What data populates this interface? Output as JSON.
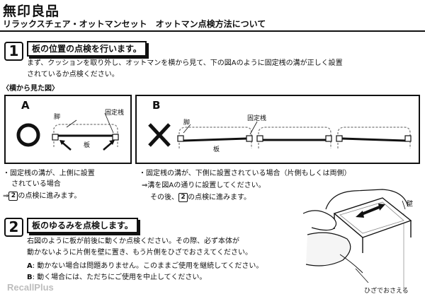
{
  "header": {
    "brand": "無印良品",
    "subtitle": "リラックスチェア・オットマンセット　オットマン点検方法について"
  },
  "step1": {
    "number": "1",
    "title": "板の位置の点検を行います。",
    "desc_line1": "まず、クッションを取り外し、オットマンを横から見て、下の図Aのように固定桟の溝が正しく設置",
    "desc_line2": "されているか点検ください。",
    "view_caption": "〈横から見た図〉",
    "panel_a": {
      "letter": "A",
      "label_leg": "脚",
      "label_rail": "固定桟",
      "label_board": "板"
    },
    "panel_b": {
      "letter": "B",
      "label_leg": "脚",
      "label_rail": "固定桟",
      "label_board": "板"
    },
    "note_a_line1": "・固定桟の溝が、上側に設置",
    "note_a_line2": "されている場合",
    "note_a_line3_prefix": "⇒",
    "note_a_line3_num": "2",
    "note_a_line3_suffix": "の点検に進みます。",
    "note_b_line1": "・固定桟の溝が、下側に設置されている場合（片側もしくは両側）",
    "note_b_line2": "⇒溝を図Aの通りに設置してください。",
    "note_b_line3_prefix": "その後、",
    "note_b_line3_num": "2",
    "note_b_line3_suffix": "の点検に進みます。"
  },
  "step2": {
    "number": "2",
    "title": "板のゆるみを点検します。",
    "desc_line1": "右図のように板が前後に動くか点検ください。その際、必ず本体が",
    "desc_line2": "動かないように片側を壁に置き、もう片側をひざでおさえてください。",
    "result_a_label": "A",
    "result_a_text": ": 動かない場合は問題ありません。このままご使用を継続してください。",
    "result_b_label": "B",
    "result_b_text": ": 動く場合には、ただちにご使用を中止してください。",
    "illustration": {
      "label_wall": "壁",
      "label_knee": "ひざでおさえる"
    }
  },
  "watermark": "RecallPlus"
}
